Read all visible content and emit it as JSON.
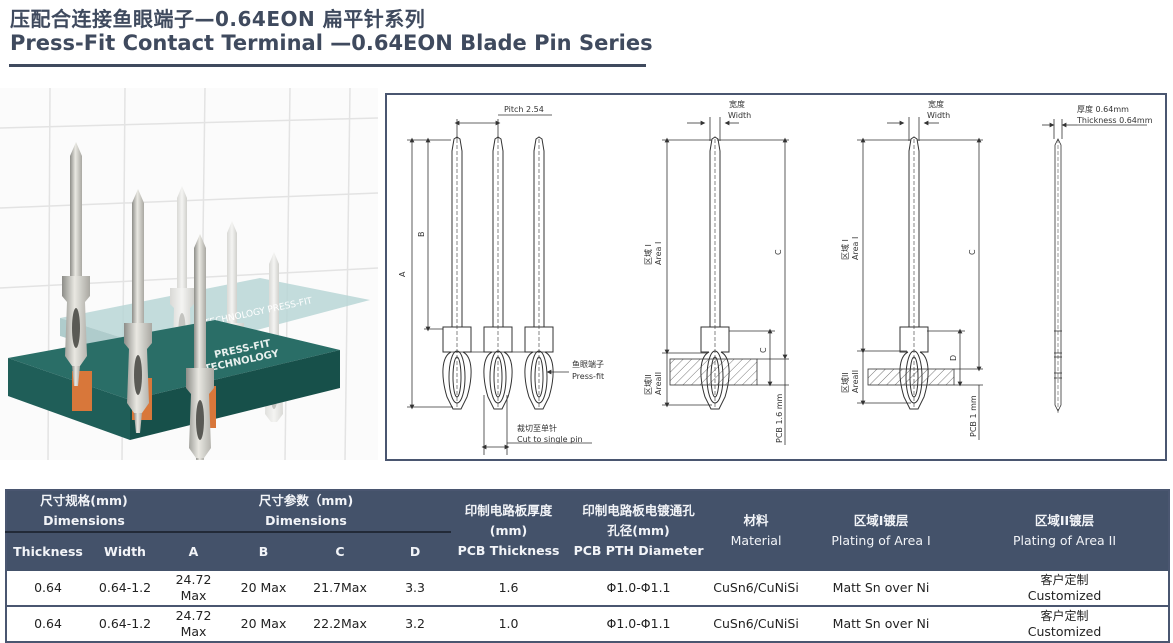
{
  "header": {
    "title_cn": "压配合连接鱼眼端子—0.64EON 扁平针系列",
    "title_en": "Press-Fit Contact Terminal —0.64EON Blade Pin Series"
  },
  "photo": {
    "board_text_back": "TECHNOLOGY PRESS-FIT",
    "board_text_front_1": "PRESS-FIT",
    "board_text_front_2": "TECHNOLOGY"
  },
  "drawing": {
    "pitch": "Pitch 2.54",
    "dim_a": "A",
    "dim_b": "B",
    "dim_c": "C",
    "dim_d": "D",
    "width_cn": "宽度",
    "width_en": "Width",
    "press_fit_cn": "鱼眼端子",
    "press_fit_en": "Press-fit",
    "cut_cn": "裁切至单针",
    "cut_en": "Cut to single pin",
    "area1_cn": "区域 I",
    "area1_en": "Area I",
    "area2_cn": "区域II",
    "area2_en": "AreaII",
    "pcb_16": "PCB 1.6 mm",
    "pcb_1": "PCB 1 mm",
    "thickness_cn": "厚度 0.64mm",
    "thickness_en": "Thickness 0.64mm"
  },
  "table": {
    "group_size_cn": "尺寸规格(mm)",
    "group_size_en": "Dimensions",
    "group_param_cn": "尺寸参数（mm)",
    "group_param_en": "Dimensions",
    "pcb_thickness_cn": "印制电路板厚度",
    "pcb_thickness_unit": "(mm)",
    "pcb_thickness_en": "PCB Thickness",
    "pth_cn": "印制电路板电镀通孔",
    "pth_cn2": "孔径(mm)",
    "pth_en": "PCB PTH Diameter",
    "material_cn": "材料",
    "material_en": "Material",
    "area1_cn": "区域I镀层",
    "area1_en": "Plating of Area  I",
    "area2_cn": "区域II镀层",
    "area2_en": "Plating of Area  II",
    "sub_headers": [
      "Thickness",
      "Width",
      "A",
      "B",
      "C",
      "D"
    ],
    "rows": [
      {
        "thickness": "0.64",
        "width": "0.64-1.2",
        "a": "24.72 Max",
        "b": "20 Max",
        "c": "21.7Max",
        "d": "3.3",
        "pcb": "1.6",
        "pth": "Φ1.0-Φ1.1",
        "material": "CuSn6/CuNiSi",
        "area1": "Matt Sn over Ni",
        "area2_cn": "客户定制",
        "area2_en": "Customized"
      },
      {
        "thickness": "0.64",
        "width": "0.64-1.2",
        "a": "24.72 Max",
        "b": "20 Max",
        "c": "22.2Max",
        "d": "3.2",
        "pcb": "1.0",
        "pth": "Φ1.0-Φ1.1",
        "material": "CuSn6/CuNiSi",
        "area1": "Matt Sn over Ni",
        "area2_cn": "客户定制",
        "area2_en": "Customized"
      }
    ]
  },
  "colors": {
    "header_bg": "#44526a",
    "title": "#3f4a5e",
    "board_green": "#1f5e58",
    "copper": "#d8773a"
  }
}
